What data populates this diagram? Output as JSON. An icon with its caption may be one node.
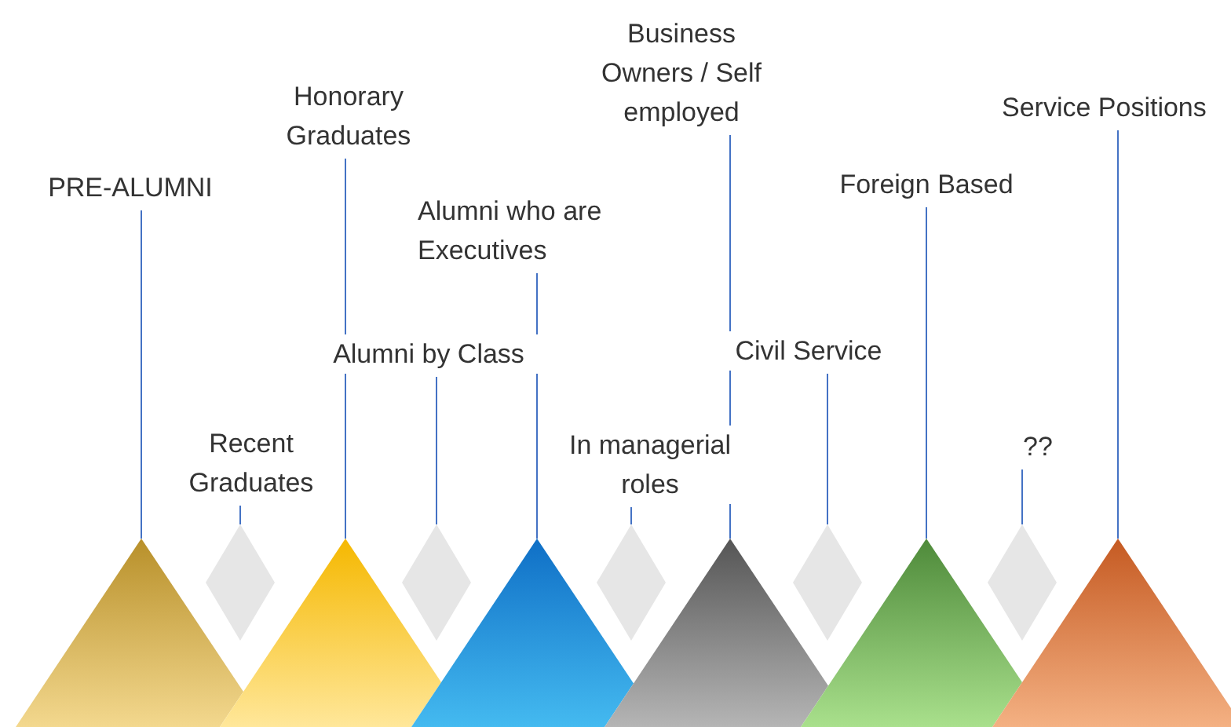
{
  "diagram": {
    "nodes": [
      {
        "text": [
          "PRE-ALUMNI"
        ]
      },
      {
        "text": [
          "Recent Graduates"
        ]
      },
      {
        "text": [
          "Honorary Graduates"
        ]
      },
      {
        "text": [
          "Alumni who are Executives"
        ]
      },
      {
        "text": [
          "Alumni by Class"
        ]
      },
      {
        "text": [
          "In managerial roles"
        ]
      },
      {
        "text": [
          "Business Owners / Self employed"
        ]
      },
      {
        "text": [
          "Civil Service"
        ]
      },
      {
        "text": [
          "Foreign Based"
        ]
      },
      {
        "text": [
          "??"
        ]
      },
      {
        "text": [
          "Service Positions"
        ]
      },
      {
        "text": [],
        "shape": "triangle"
      },
      {
        "text": [],
        "shape": "diamond"
      },
      {
        "text": [],
        "shape": "triangle"
      },
      {
        "text": [],
        "shape": "diamond"
      },
      {
        "text": [],
        "shape": "triangle"
      },
      {
        "text": [],
        "shape": "diamond"
      },
      {
        "text": [],
        "shape": "triangle"
      },
      {
        "text": [],
        "shape": "diamond"
      },
      {
        "text": [],
        "shape": "triangle"
      },
      {
        "text": [],
        "shape": "diamond"
      },
      {
        "text": [],
        "shape": "triangle"
      }
    ],
    "edges": [
      {
        "from": 0,
        "to": 11,
        "arrow": "none"
      },
      {
        "from": 1,
        "to": 12,
        "arrow": "none"
      },
      {
        "from": 2,
        "to": 13,
        "arrow": "none"
      },
      {
        "from": 3,
        "to": 15,
        "arrow": "none"
      },
      {
        "from": 4,
        "to": 14,
        "arrow": "none"
      },
      {
        "from": 5,
        "to": 16,
        "arrow": "none"
      },
      {
        "from": 6,
        "to": 17,
        "arrow": "none"
      },
      {
        "from": 7,
        "to": 18,
        "arrow": "none"
      },
      {
        "from": 8,
        "to": 19,
        "arrow": "none"
      },
      {
        "from": 9,
        "to": 20,
        "arrow": "none"
      },
      {
        "from": 10,
        "to": 21,
        "arrow": "none"
      }
    ]
  }
}
